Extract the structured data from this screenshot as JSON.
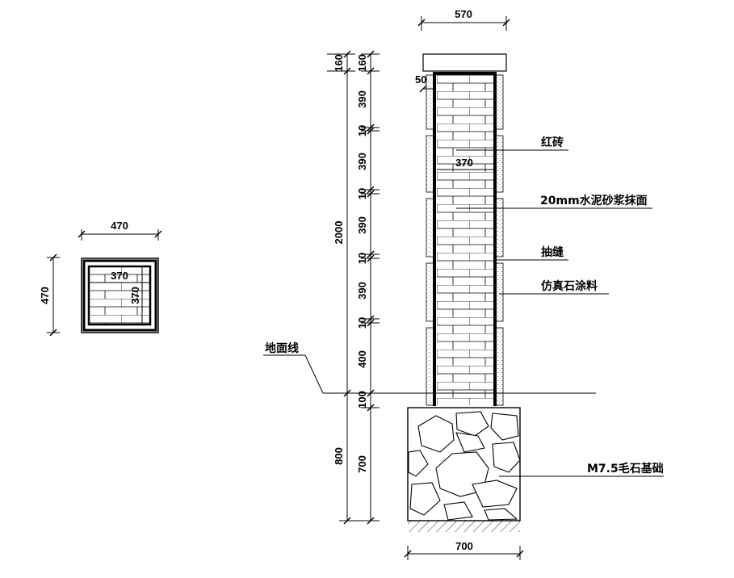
{
  "small_plan": {
    "width_dim": "470",
    "height_dim": "470",
    "inner_width": "370",
    "inner_height": "370"
  },
  "elevation": {
    "top_width": "570",
    "cap_left": "160",
    "cap_right": "160",
    "offset": "50",
    "seg_390_a": "390",
    "joint_a": "10",
    "seg_390_b": "390",
    "joint_b": "10",
    "seg_390_c": "390",
    "joint_c": "10",
    "seg_390_d": "390",
    "joint_d": "10",
    "seg_400": "400",
    "seg_100": "100",
    "total_2000": "2000",
    "found_800": "800",
    "found_700": "700",
    "brick_width": "370",
    "base_width": "700"
  },
  "labels": {
    "red_brick": "红砖",
    "mortar": "20mm水泥砂浆抹面",
    "joint": "抽缝",
    "coating": "仿真石涂料",
    "ground_line": "地面线",
    "foundation": "M7.5毛石基础"
  }
}
